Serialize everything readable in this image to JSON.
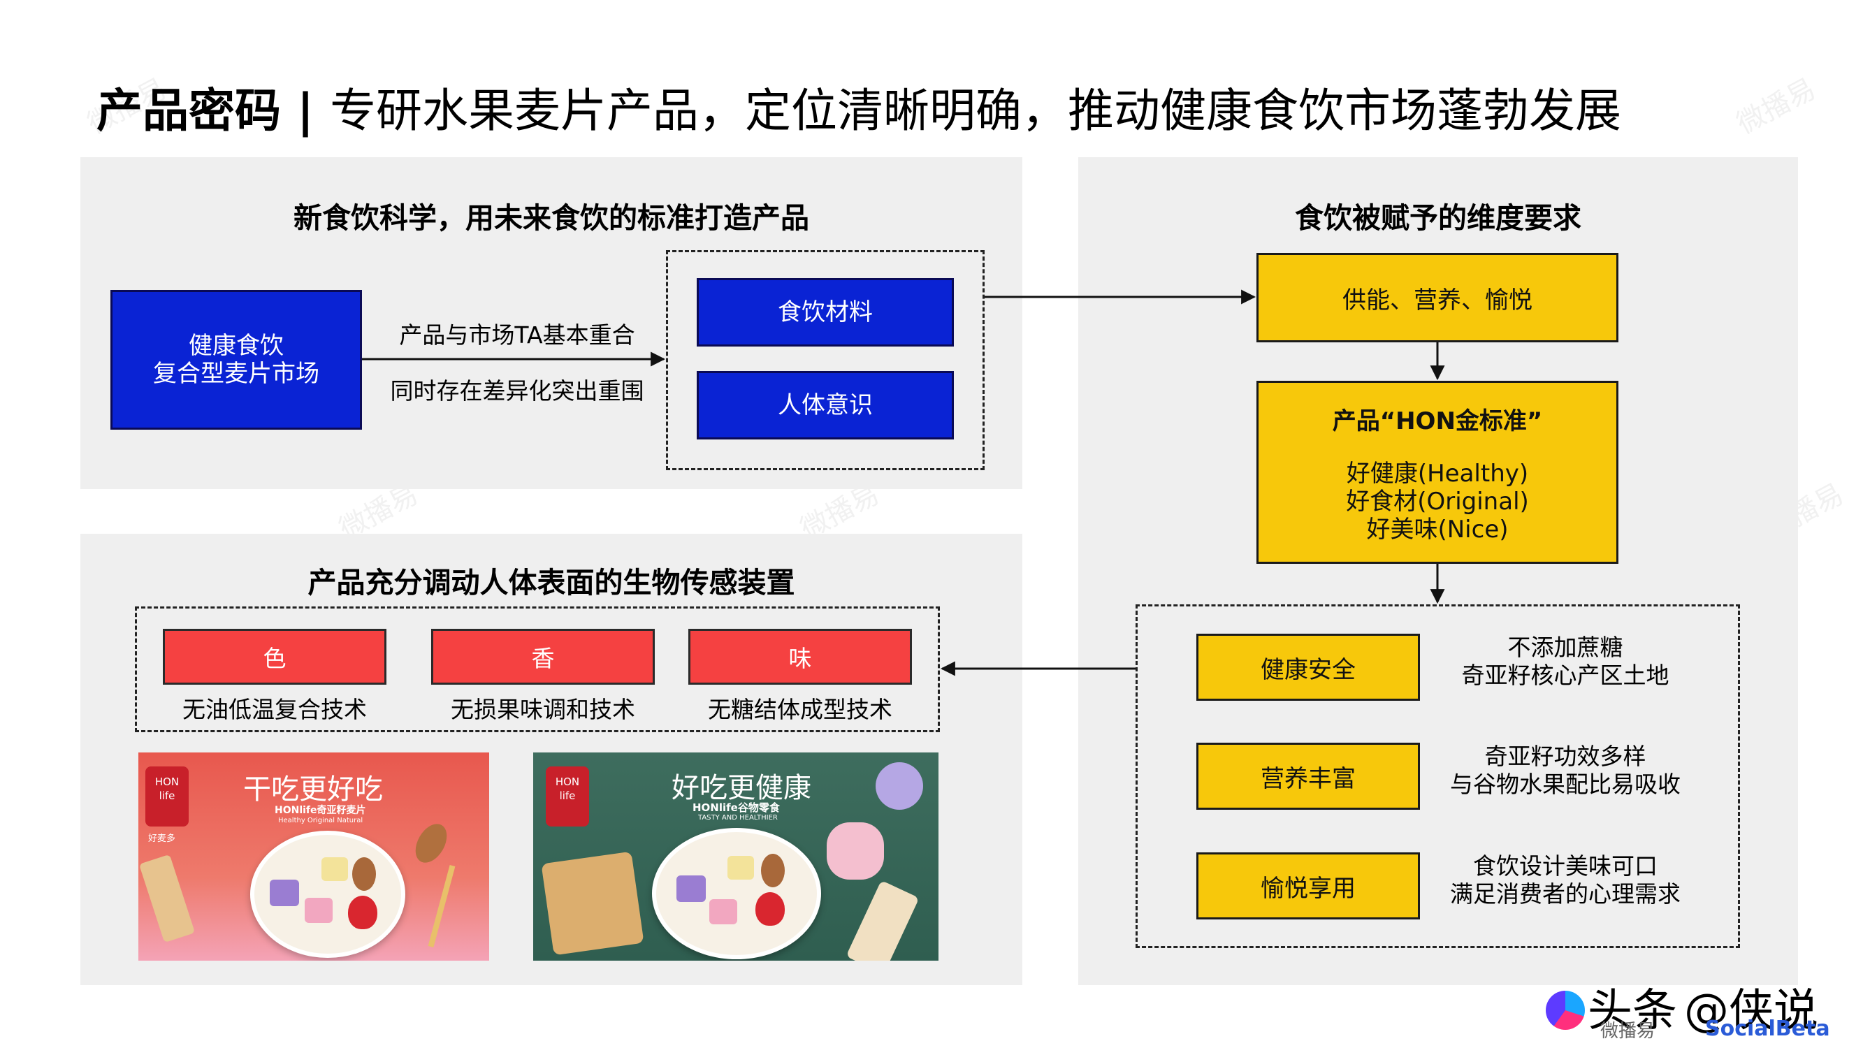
{
  "title": {
    "bold": "产品密码",
    "separator": " | ",
    "main": "专研水果麦片产品，定位清晰明确，推动健康食饮市场蓬勃发展"
  },
  "left_top": {
    "heading": "新食饮科学，用未来食饮的标准打造产品",
    "market_line1": "健康食饮",
    "market_line2": "复合型麦片市场",
    "arrow_top_label": "产品与市场TA基本重合",
    "arrow_bottom_label": "同时存在差异化突出重围",
    "box_material": "食饮材料",
    "box_awareness": "人体意识"
  },
  "right": {
    "heading": "食饮被赋予的维度要求",
    "top_box": "供能、营养、愉悦",
    "standard_title": "产品“HON金标准”",
    "standard_lines": [
      "好健康(Healthy)",
      "好食材(Original)",
      "好美味(Nice)"
    ],
    "items": [
      {
        "label": "健康安全",
        "desc1": "不添加蔗糖",
        "desc2": "奇亚籽核心产区土地"
      },
      {
        "label": "营养丰富",
        "desc1": "奇亚籽功效多样",
        "desc2": "与谷物水果配比易吸收"
      },
      {
        "label": "愉悦享用",
        "desc1": "食饮设计美味可口",
        "desc2": "满足消费者的心理需求"
      }
    ]
  },
  "left_bottom": {
    "heading": "产品充分调动人体表面的生物传感装置",
    "senses": [
      {
        "label": "色",
        "tech": "无油低温复合技术"
      },
      {
        "label": "香",
        "tech": "无损果味调和技术"
      },
      {
        "label": "味",
        "tech": "无糖结体成型技术"
      }
    ],
    "photo1": {
      "logo_top": "HON",
      "logo_bottom": "life",
      "brand": "好麦多",
      "slogan": "干吃更好吃",
      "product": "HONlife奇亚籽麦片",
      "tagline": "Healthy Original Natural"
    },
    "photo2": {
      "logo_top": "HON",
      "logo_bottom": "life",
      "slogan": "好吃更健康",
      "product": "HONlife谷物零食",
      "tagline": "TASTY AND HEALTHIER"
    }
  },
  "watermark": {
    "text": "微播易"
  },
  "footer": {
    "platform": "头条",
    "author": "@侠说",
    "brand_cn": "微播易",
    "brand_en": "SocialBeta"
  }
}
